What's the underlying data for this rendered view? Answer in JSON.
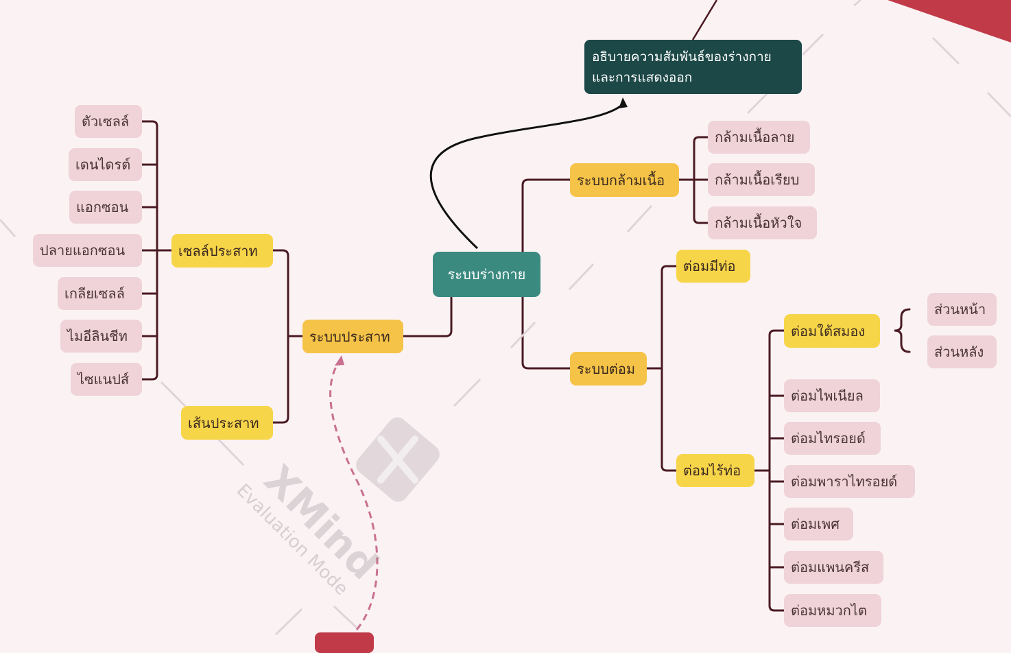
{
  "topic": {
    "line1": "อธิบายความสัมพันธ์ของร่างกาย",
    "line2": "และการแสดงออก"
  },
  "center": "ระบบร่างกาย",
  "nervous": {
    "label": "ระบบประสาท",
    "neuron": "เซลล์ประสาท",
    "neuron_parts": [
      "ตัวเซลล์",
      "เดนไดรต์",
      "แอกซอน",
      "ปลายแอกซอน",
      "เกลียเซลล์",
      "ไมอีลินชีท",
      "ไซแนปส์"
    ],
    "nerve": "เส้นประสาท"
  },
  "muscle": {
    "label": "ระบบกล้ามเนื้อ",
    "types": [
      "กล้ามเนื้อลาย",
      "กล้ามเนื้อเรียบ",
      "กล้ามเนื้อหัวใจ"
    ]
  },
  "gland": {
    "label": "ระบบต่อม",
    "exocrine": "ต่อมมีท่อ",
    "endocrine": "ต่อมไร้ท่อ",
    "pituitary": "ต่อมใต้สมอง",
    "pituitary_parts": [
      "ส่วนหน้า",
      "ส่วนหลัง"
    ],
    "endocrine_list": [
      "ต่อมไพเนียล",
      "ต่อมไทรอยด์",
      "ต่อมพาราไทรอยด์",
      "ต่อมเพศ",
      "ต่อมแพนครีส",
      "ต่อมหมวกไต"
    ]
  },
  "watermark": {
    "brand": "XMind",
    "mode": "Evaluation Mode"
  },
  "colors": {
    "line": "#4a1a22",
    "center": "#3b8a80",
    "topic": "#1c4847",
    "main": "#f5c347",
    "sub": "#f7d549",
    "leaf": "#efd3d8",
    "accent": "#c13a48"
  }
}
